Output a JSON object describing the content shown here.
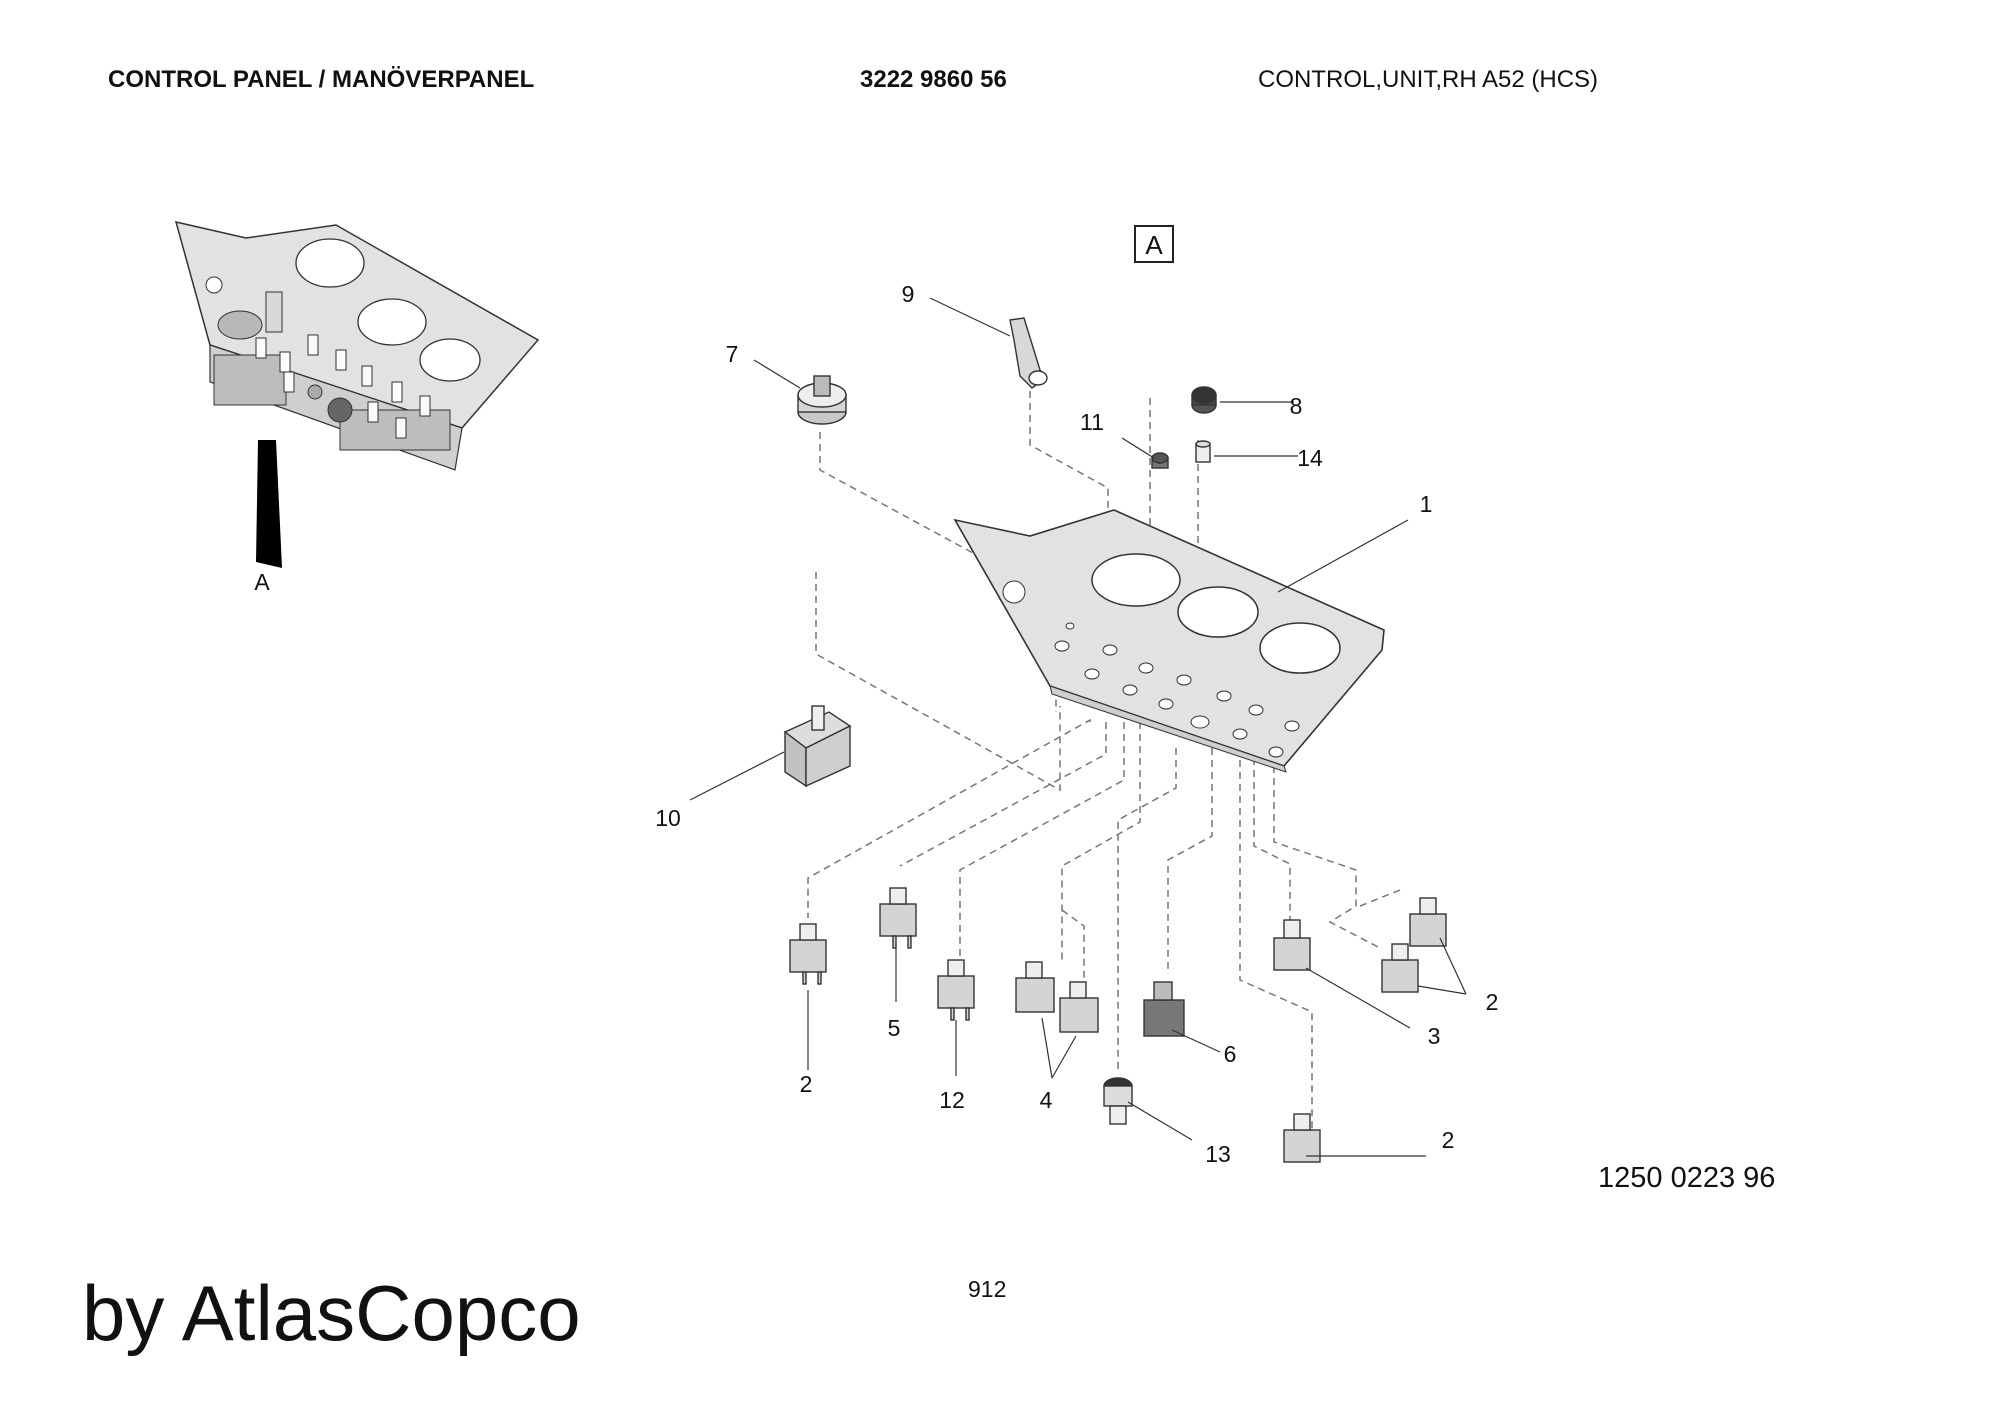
{
  "header": {
    "title": "CONTROL PANEL / MANÖVERPANEL",
    "part_number": "3222 9860 56",
    "description": "CONTROL,UNIT,RH A52 (HCS)"
  },
  "view_label": "A",
  "detail_label": "A",
  "callouts": {
    "c1": "1",
    "c2a": "2",
    "c2b": "2",
    "c2c": "2",
    "c3": "3",
    "c4": "4",
    "c5": "5",
    "c6": "6",
    "c7": "7",
    "c8": "8",
    "c9": "9",
    "c10": "10",
    "c11": "11",
    "c12": "12",
    "c13": "13",
    "c14": "14"
  },
  "drawing_number": "1250 0223 96",
  "page_number": "912",
  "brand": "by AtlasCopco"
}
